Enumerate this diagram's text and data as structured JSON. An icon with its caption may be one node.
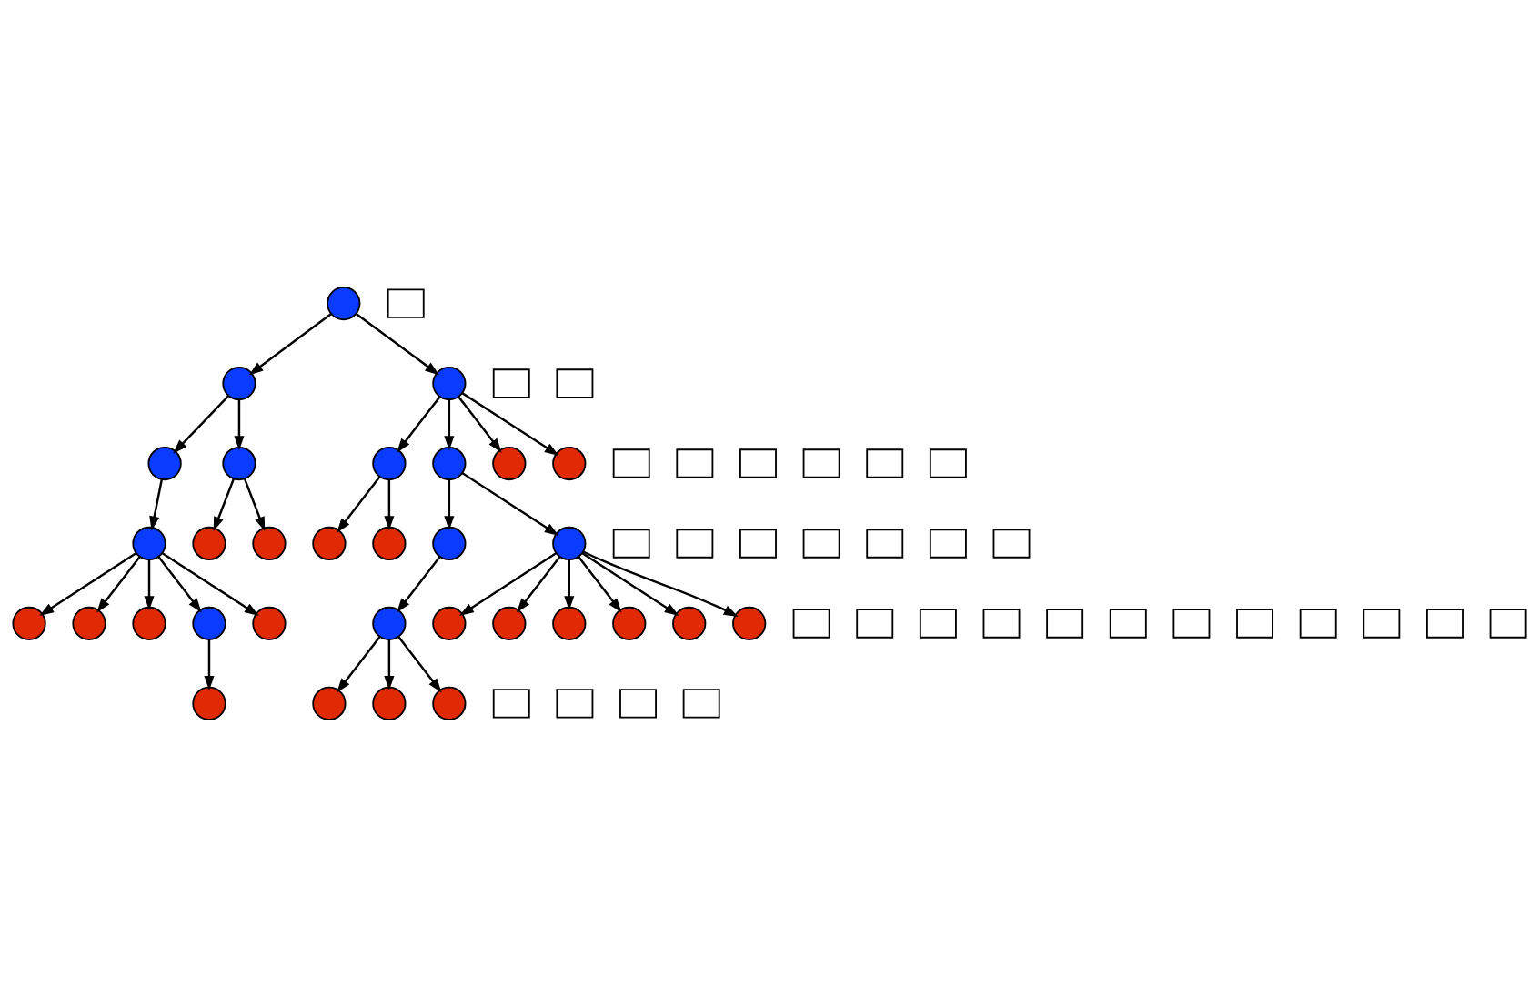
{
  "diagram": {
    "nodes": [
      {
        "text": [],
        "shape": "circle"
      },
      {
        "text": [],
        "shape": "circle"
      },
      {
        "text": [],
        "shape": "circle"
      },
      {
        "text": [],
        "shape": "circle"
      },
      {
        "text": [],
        "shape": "circle"
      },
      {
        "text": [],
        "shape": "circle"
      },
      {
        "text": [],
        "shape": "circle"
      },
      {
        "text": [],
        "shape": "circle"
      },
      {
        "text": [],
        "shape": "circle"
      },
      {
        "text": [],
        "shape": "circle"
      },
      {
        "text": [],
        "shape": "circle"
      },
      {
        "text": [],
        "shape": "circle"
      },
      {
        "text": [],
        "shape": "circle"
      },
      {
        "text": [],
        "shape": "circle"
      },
      {
        "text": [],
        "shape": "circle"
      },
      {
        "text": [],
        "shape": "circle"
      },
      {
        "text": [],
        "shape": "circle"
      },
      {
        "text": [],
        "shape": "circle"
      },
      {
        "text": [],
        "shape": "circle"
      },
      {
        "text": [],
        "shape": "circle"
      },
      {
        "text": [],
        "shape": "circle"
      },
      {
        "text": [],
        "shape": "circle"
      },
      {
        "text": [],
        "shape": "circle"
      },
      {
        "text": [],
        "shape": "circle"
      },
      {
        "text": [],
        "shape": "circle"
      },
      {
        "text": [],
        "shape": "circle"
      },
      {
        "text": [],
        "shape": "circle"
      },
      {
        "text": [],
        "shape": "circle"
      },
      {
        "text": [],
        "shape": "circle"
      },
      {
        "text": [],
        "shape": "circle"
      },
      {
        "text": [],
        "shape": "circle"
      },
      {
        "text": [],
        "shape": "circle"
      },
      {
        "text": [],
        "shape": "box"
      },
      {
        "text": [],
        "shape": "box"
      },
      {
        "text": [],
        "shape": "box"
      },
      {
        "text": [],
        "shape": "box"
      },
      {
        "text": [],
        "shape": "box"
      },
      {
        "text": [],
        "shape": "box"
      },
      {
        "text": [],
        "shape": "box"
      },
      {
        "text": [],
        "shape": "box"
      },
      {
        "text": [],
        "shape": "box"
      },
      {
        "text": [],
        "shape": "box"
      },
      {
        "text": [],
        "shape": "box"
      },
      {
        "text": [],
        "shape": "box"
      },
      {
        "text": [],
        "shape": "box"
      },
      {
        "text": [],
        "shape": "box"
      },
      {
        "text": [],
        "shape": "box"
      },
      {
        "text": [],
        "shape": "box"
      },
      {
        "text": [],
        "shape": "box"
      },
      {
        "text": [],
        "shape": "box"
      },
      {
        "text": [],
        "shape": "box"
      },
      {
        "text": [],
        "shape": "box"
      },
      {
        "text": [],
        "shape": "box"
      },
      {
        "text": [],
        "shape": "box"
      },
      {
        "text": [],
        "shape": "box"
      },
      {
        "text": [],
        "shape": "box"
      },
      {
        "text": [],
        "shape": "box"
      },
      {
        "text": [],
        "shape": "box"
      },
      {
        "text": [],
        "shape": "box"
      },
      {
        "text": [],
        "shape": "box"
      },
      {
        "text": [],
        "shape": "box"
      },
      {
        "text": [],
        "shape": "box"
      },
      {
        "text": [],
        "shape": "box"
      },
      {
        "text": [],
        "shape": "box"
      }
    ],
    "edges": [
      {
        "from": 0,
        "to": 1,
        "arrow": "to"
      },
      {
        "from": 0,
        "to": 2,
        "arrow": "to"
      },
      {
        "from": 1,
        "to": 3,
        "arrow": "to"
      },
      {
        "from": 1,
        "to": 4,
        "arrow": "to"
      },
      {
        "from": 2,
        "to": 5,
        "arrow": "to"
      },
      {
        "from": 2,
        "to": 6,
        "arrow": "to"
      },
      {
        "from": 2,
        "to": 7,
        "arrow": "to"
      },
      {
        "from": 2,
        "to": 8,
        "arrow": "to"
      },
      {
        "from": 3,
        "to": 9,
        "arrow": "to"
      },
      {
        "from": 4,
        "to": 10,
        "arrow": "to"
      },
      {
        "from": 4,
        "to": 11,
        "arrow": "to"
      },
      {
        "from": 5,
        "to": 12,
        "arrow": "to"
      },
      {
        "from": 5,
        "to": 13,
        "arrow": "to"
      },
      {
        "from": 6,
        "to": 14,
        "arrow": "to"
      },
      {
        "from": 6,
        "to": 15,
        "arrow": "to"
      },
      {
        "from": 9,
        "to": 16,
        "arrow": "to"
      },
      {
        "from": 9,
        "to": 17,
        "arrow": "to"
      },
      {
        "from": 9,
        "to": 18,
        "arrow": "to"
      },
      {
        "from": 9,
        "to": 19,
        "arrow": "to"
      },
      {
        "from": 9,
        "to": 20,
        "arrow": "to"
      },
      {
        "from": 14,
        "to": 21,
        "arrow": "to"
      },
      {
        "from": 15,
        "to": 22,
        "arrow": "to"
      },
      {
        "from": 15,
        "to": 23,
        "arrow": "to"
      },
      {
        "from": 15,
        "to": 24,
        "arrow": "to"
      },
      {
        "from": 15,
        "to": 25,
        "arrow": "to"
      },
      {
        "from": 15,
        "to": 26,
        "arrow": "to"
      },
      {
        "from": 15,
        "to": 27,
        "arrow": "to"
      },
      {
        "from": 19,
        "to": 28,
        "arrow": "to"
      },
      {
        "from": 21,
        "to": 29,
        "arrow": "to"
      },
      {
        "from": 21,
        "to": 30,
        "arrow": "to"
      },
      {
        "from": 21,
        "to": 31,
        "arrow": "to"
      }
    ]
  }
}
